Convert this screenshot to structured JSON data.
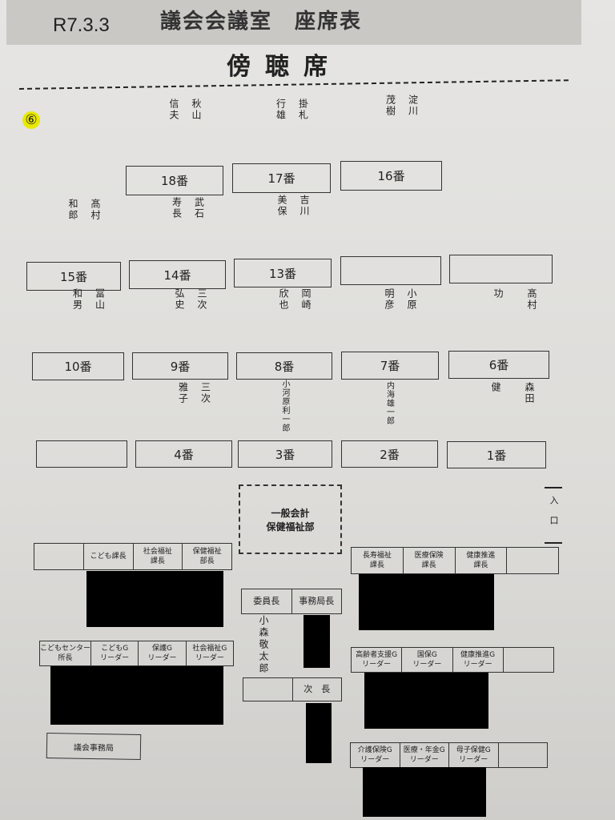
{
  "header": {
    "date": "R7.3.3",
    "title": "議会会議室　座席表"
  },
  "gallery_label": "傍聴席",
  "page_marker": "⑥",
  "seats": [
    {
      "label": "18番",
      "name": "秋山\n\n信夫"
    },
    {
      "label": "17番",
      "name": "掛札\n\n行雄"
    },
    {
      "label": "16番",
      "name": "淀川\n\n茂樹"
    },
    {
      "label": "15番",
      "name": "髙村\n\n和郎"
    },
    {
      "label": "14番",
      "name": "武石\n\n寿長"
    },
    {
      "label": "13番",
      "name": "吉川\n\n美保"
    },
    {
      "label": "",
      "name": ""
    },
    {
      "label": "",
      "name": ""
    },
    {
      "label": "10番",
      "name": "冨山\n\n和男"
    },
    {
      "label": "9番",
      "name": "三次\n\n弘史"
    },
    {
      "label": "8番",
      "name": "岡崎\n\n欣也"
    },
    {
      "label": "7番",
      "name": "小原\n\n明彦"
    },
    {
      "label": "6番",
      "name": "髙村\n\n\n功"
    },
    {
      "label": "",
      "name": ""
    },
    {
      "label": "4番",
      "name": "三次\n\n雅子"
    },
    {
      "label": "3番",
      "name": "小河原利一郎"
    },
    {
      "label": "2番",
      "name": "内海雄一郎"
    },
    {
      "label": "1番",
      "name": "森田\n\n\n健"
    }
  ],
  "center_box": {
    "line1": "一般会計",
    "line2": "保健福祉部"
  },
  "entrance": "入口",
  "tables": {
    "left_top": [
      "",
      "こども課長",
      "社会福祉\n課長",
      "保健福祉\n部長"
    ],
    "left_bottom": [
      "こどもセンター\n所長",
      "こどもG\nリーダー",
      "保護G\nリーダー",
      "社会福祉G\nリーダー"
    ],
    "right_top": [
      "長寿福祉\n課長",
      "医療保険\n課長",
      "健康推進\n課長",
      ""
    ],
    "right_mid": [
      "高齢者支援G\nリーダー",
      "国保G\nリーダー",
      "健康推進G\nリーダー",
      ""
    ],
    "right_bottom": [
      "介護保険G\nリーダー",
      "医療・年金G\nリーダー",
      "母子保健G\nリーダー",
      ""
    ],
    "center_top": [
      "委員長",
      "事務局長"
    ],
    "center_bottom": [
      "",
      "次　長"
    ]
  },
  "chair_name": "小森敬太郎",
  "secretariat": "議会事務局"
}
